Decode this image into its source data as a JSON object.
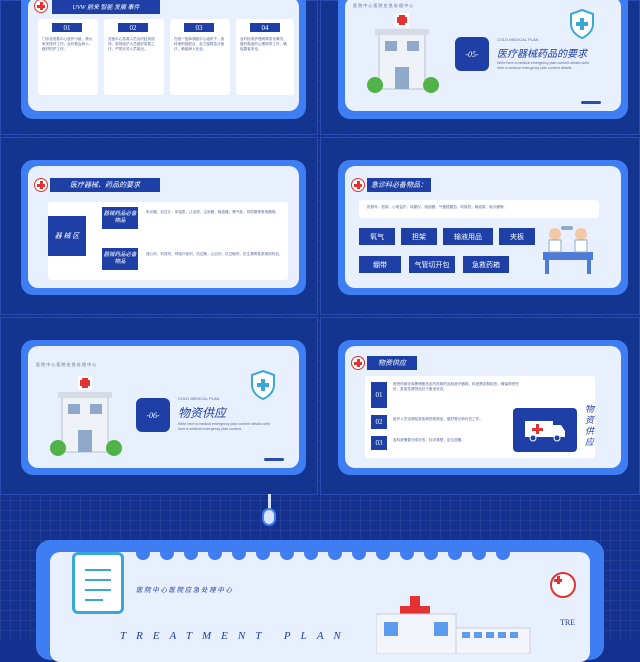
{
  "slide1": {
    "header": "UVW 前来 智能 发展 事件",
    "chips": [
      "01",
      "02",
      "03",
      "04"
    ],
    "cols": [
      "门诊及抢救中心医护小组，请大家安排好工作，及时救治病人，做好防护工作。",
      "送医中心急救人员及时赶到现场，现场医护人员做好急救工作，严禁无关人员接近。",
      "在统一指挥调度中心组织下，各科室积极配合，全力保障急诊医疗，确保病人安全。",
      "及时检测护理病情变化情况，做好患者的心理疏导工作，确保患者安全。"
    ]
  },
  "slide2": {
    "caption": "医 院 中 心 医 院 应 急 处 理 中 心",
    "num": "-05-",
    "sub": "COLD MEDICAL PLAN",
    "title": "医疗器械药品的要求",
    "desc": "Write here a medical emergency plan content details write here a medical emergency plan content details."
  },
  "slide3": {
    "title": "医疗器械、药品的要求",
    "left": "器 械 区",
    "a": "器械药品必备物品",
    "b": "器械药品必备物品",
    "a_text": "听诊器，血压计，体温表，止血带，注射器，输液器，氧气枕，导尿管等常用器械。",
    "b_text": "强心剂，利尿剂，呼吸兴奋剂，抗过敏，止血剂，抗过敏药，抗生素等各类常用药品。"
  },
  "slide4": {
    "title": "急诊科必备物品：",
    "intro": "抢救车，担架，心电监护，除颤仪，吸痰器，气管插管包，呼吸机，输液泵，吸引器等。",
    "chips": [
      "氧气",
      "担架",
      "输液用品",
      "夹板",
      "绷带",
      "气管切开包",
      "急救药箱"
    ]
  },
  "slide5": {
    "caption": "医 院 中 心 医 院 应 急 处 理 中 心",
    "num": "-06-",
    "sub": "COLD MEDICAL PLAN",
    "title": "物资供应",
    "desc": "Write here a medical emergency plan content details write here a medical emergency plan content."
  },
  "slide6": {
    "title": "物资供应",
    "items": [
      {
        "n": "01",
        "t": "医院药械仓库需储备充足的抢救药品和医疗器械，科室需定期检查，确保物资完好，各类急救物品处于备用状态。"
      },
      {
        "n": "02",
        "t": "医护人员定期检查各种抢救物品，做好登记和补充工作。"
      },
      {
        "n": "03",
        "t": "各科室需要分类存放，标识清楚，定位放置。"
      }
    ],
    "side": "物 资 供 应"
  },
  "big": {
    "caption": "医 院 中 心 医 院 应 急 处 理 中 心",
    "title": "TREATMENT PLAN",
    "side": "TRE"
  }
}
